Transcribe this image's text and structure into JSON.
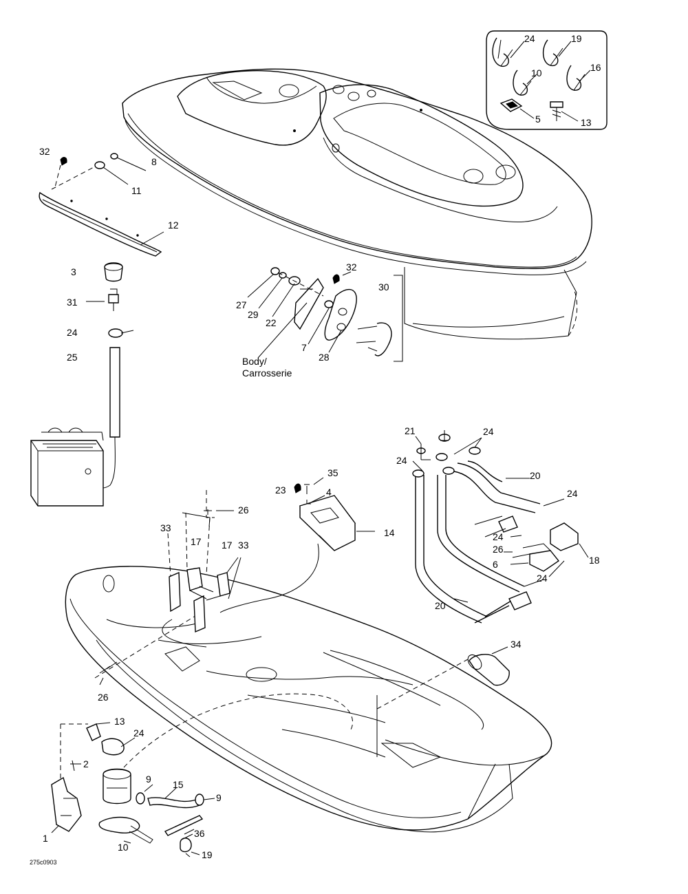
{
  "labels": {
    "inset": [
      "24",
      "19",
      "10",
      "16",
      "5",
      "13"
    ],
    "deck_accessories": [
      "32",
      "8",
      "11",
      "12"
    ],
    "battery_vent": [
      "3",
      "31",
      "24",
      "25"
    ],
    "hatch_hinge": [
      "32",
      "30",
      "27",
      "29",
      "22",
      "7",
      "28"
    ],
    "pipes": [
      "21",
      "24",
      "24",
      "20",
      "24",
      "24",
      "26",
      "6",
      "18",
      "24",
      "20"
    ],
    "vent_box": [
      "35",
      "23",
      "4",
      "14"
    ],
    "hull_top": [
      "26",
      "33",
      "17",
      "17",
      "33",
      "26",
      "34"
    ],
    "bilge": [
      "13",
      "24",
      "2",
      "9",
      "15",
      "9",
      "1",
      "10",
      "36",
      "19"
    ]
  },
  "body_caption": {
    "line1": "Body/",
    "line2": "Carrosserie"
  },
  "drawing_code": "275c0903"
}
